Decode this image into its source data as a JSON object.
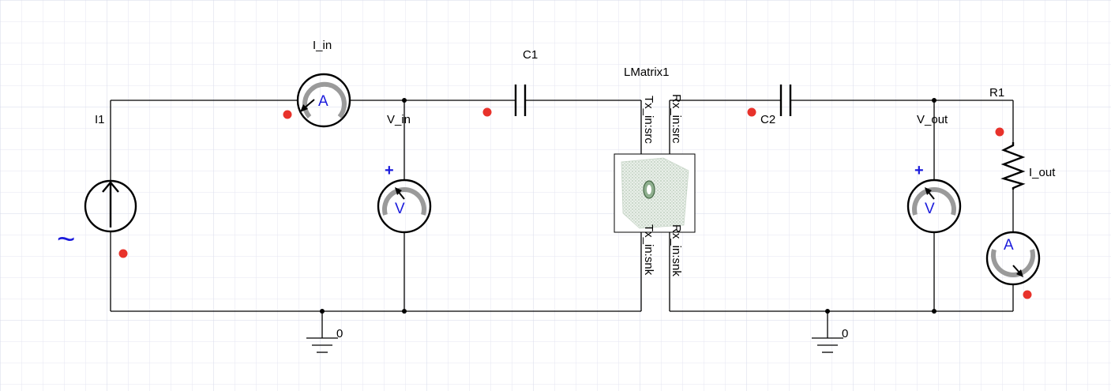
{
  "labels": {
    "source": "I1",
    "ammeter_in": "I_in",
    "node_in": "V_in",
    "cap1": "C1",
    "lmatrix": "LMatrix1",
    "cap2": "C2",
    "node_out": "V_out",
    "resistor": "R1",
    "ammeter_out": "I_out",
    "ground_left": "0",
    "ground_right": "0"
  },
  "pins": {
    "tx_src": "Tx_in:src",
    "rx_src": "Rx_in:src",
    "tx_snk": "Tx_in:snk",
    "rx_snk": "Rx_in:snk"
  },
  "meters": {
    "ammeter_letter": "A",
    "voltmeter_letter": "V",
    "plus_sign": "+",
    "ac_symbol": "~"
  },
  "colors": {
    "wire": "#000000",
    "meter_text": "#1a1adc",
    "marker": "#e8322b",
    "grid": "#e4e6f2"
  }
}
